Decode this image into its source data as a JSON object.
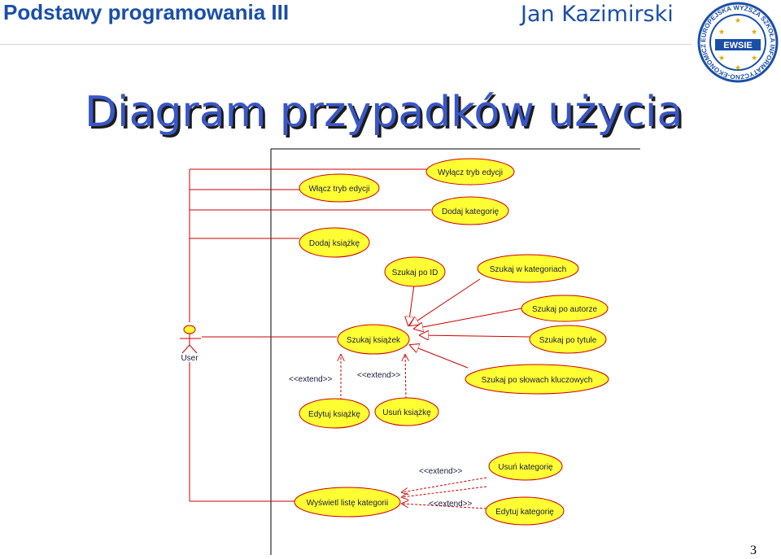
{
  "header": {
    "course_title": "Podstawy programowania III",
    "author": "Jan Kazimirski",
    "logo_text": "EWSIE",
    "logo_ring_text": "EUROPEJSKA WYŻSZA SZKOŁA INFORMATYCZNO-EKONOMICZNA"
  },
  "slide": {
    "title": "Diagram przypadków użycia",
    "page_number": "3"
  },
  "diagram": {
    "actor": "User",
    "use_cases": {
      "wylacz": "Wyłącz tryb edycji",
      "wlacz": "Włącz tryb edycji",
      "dodaj_kat": "Dodaj kategorię",
      "dodaj_ks": "Dodaj książkę",
      "szukaj_id": "Szukaj po ID",
      "szukaj_kat": "Szukaj w kategoriach",
      "szukaj_aut": "Szukaj po autorze",
      "szukaj_ks": "Szukaj książek",
      "szukaj_tyt": "Szukaj po tytule",
      "szukaj_slow": "Szukaj po słowach kluczowych",
      "edytuj_ks": "Edytuj książkę",
      "usun_ks": "Usuń książkę",
      "usun_kat": "Usuń kategorię",
      "wyswietl": "Wyświetl listę kategorii",
      "edytuj_kat": "Edytuj kategorię"
    },
    "extend_label": "<<extend>>",
    "colors": {
      "ellipse_fill": "#ffff33",
      "ellipse_stroke": "#cc0000",
      "line": "#cc0000"
    }
  }
}
